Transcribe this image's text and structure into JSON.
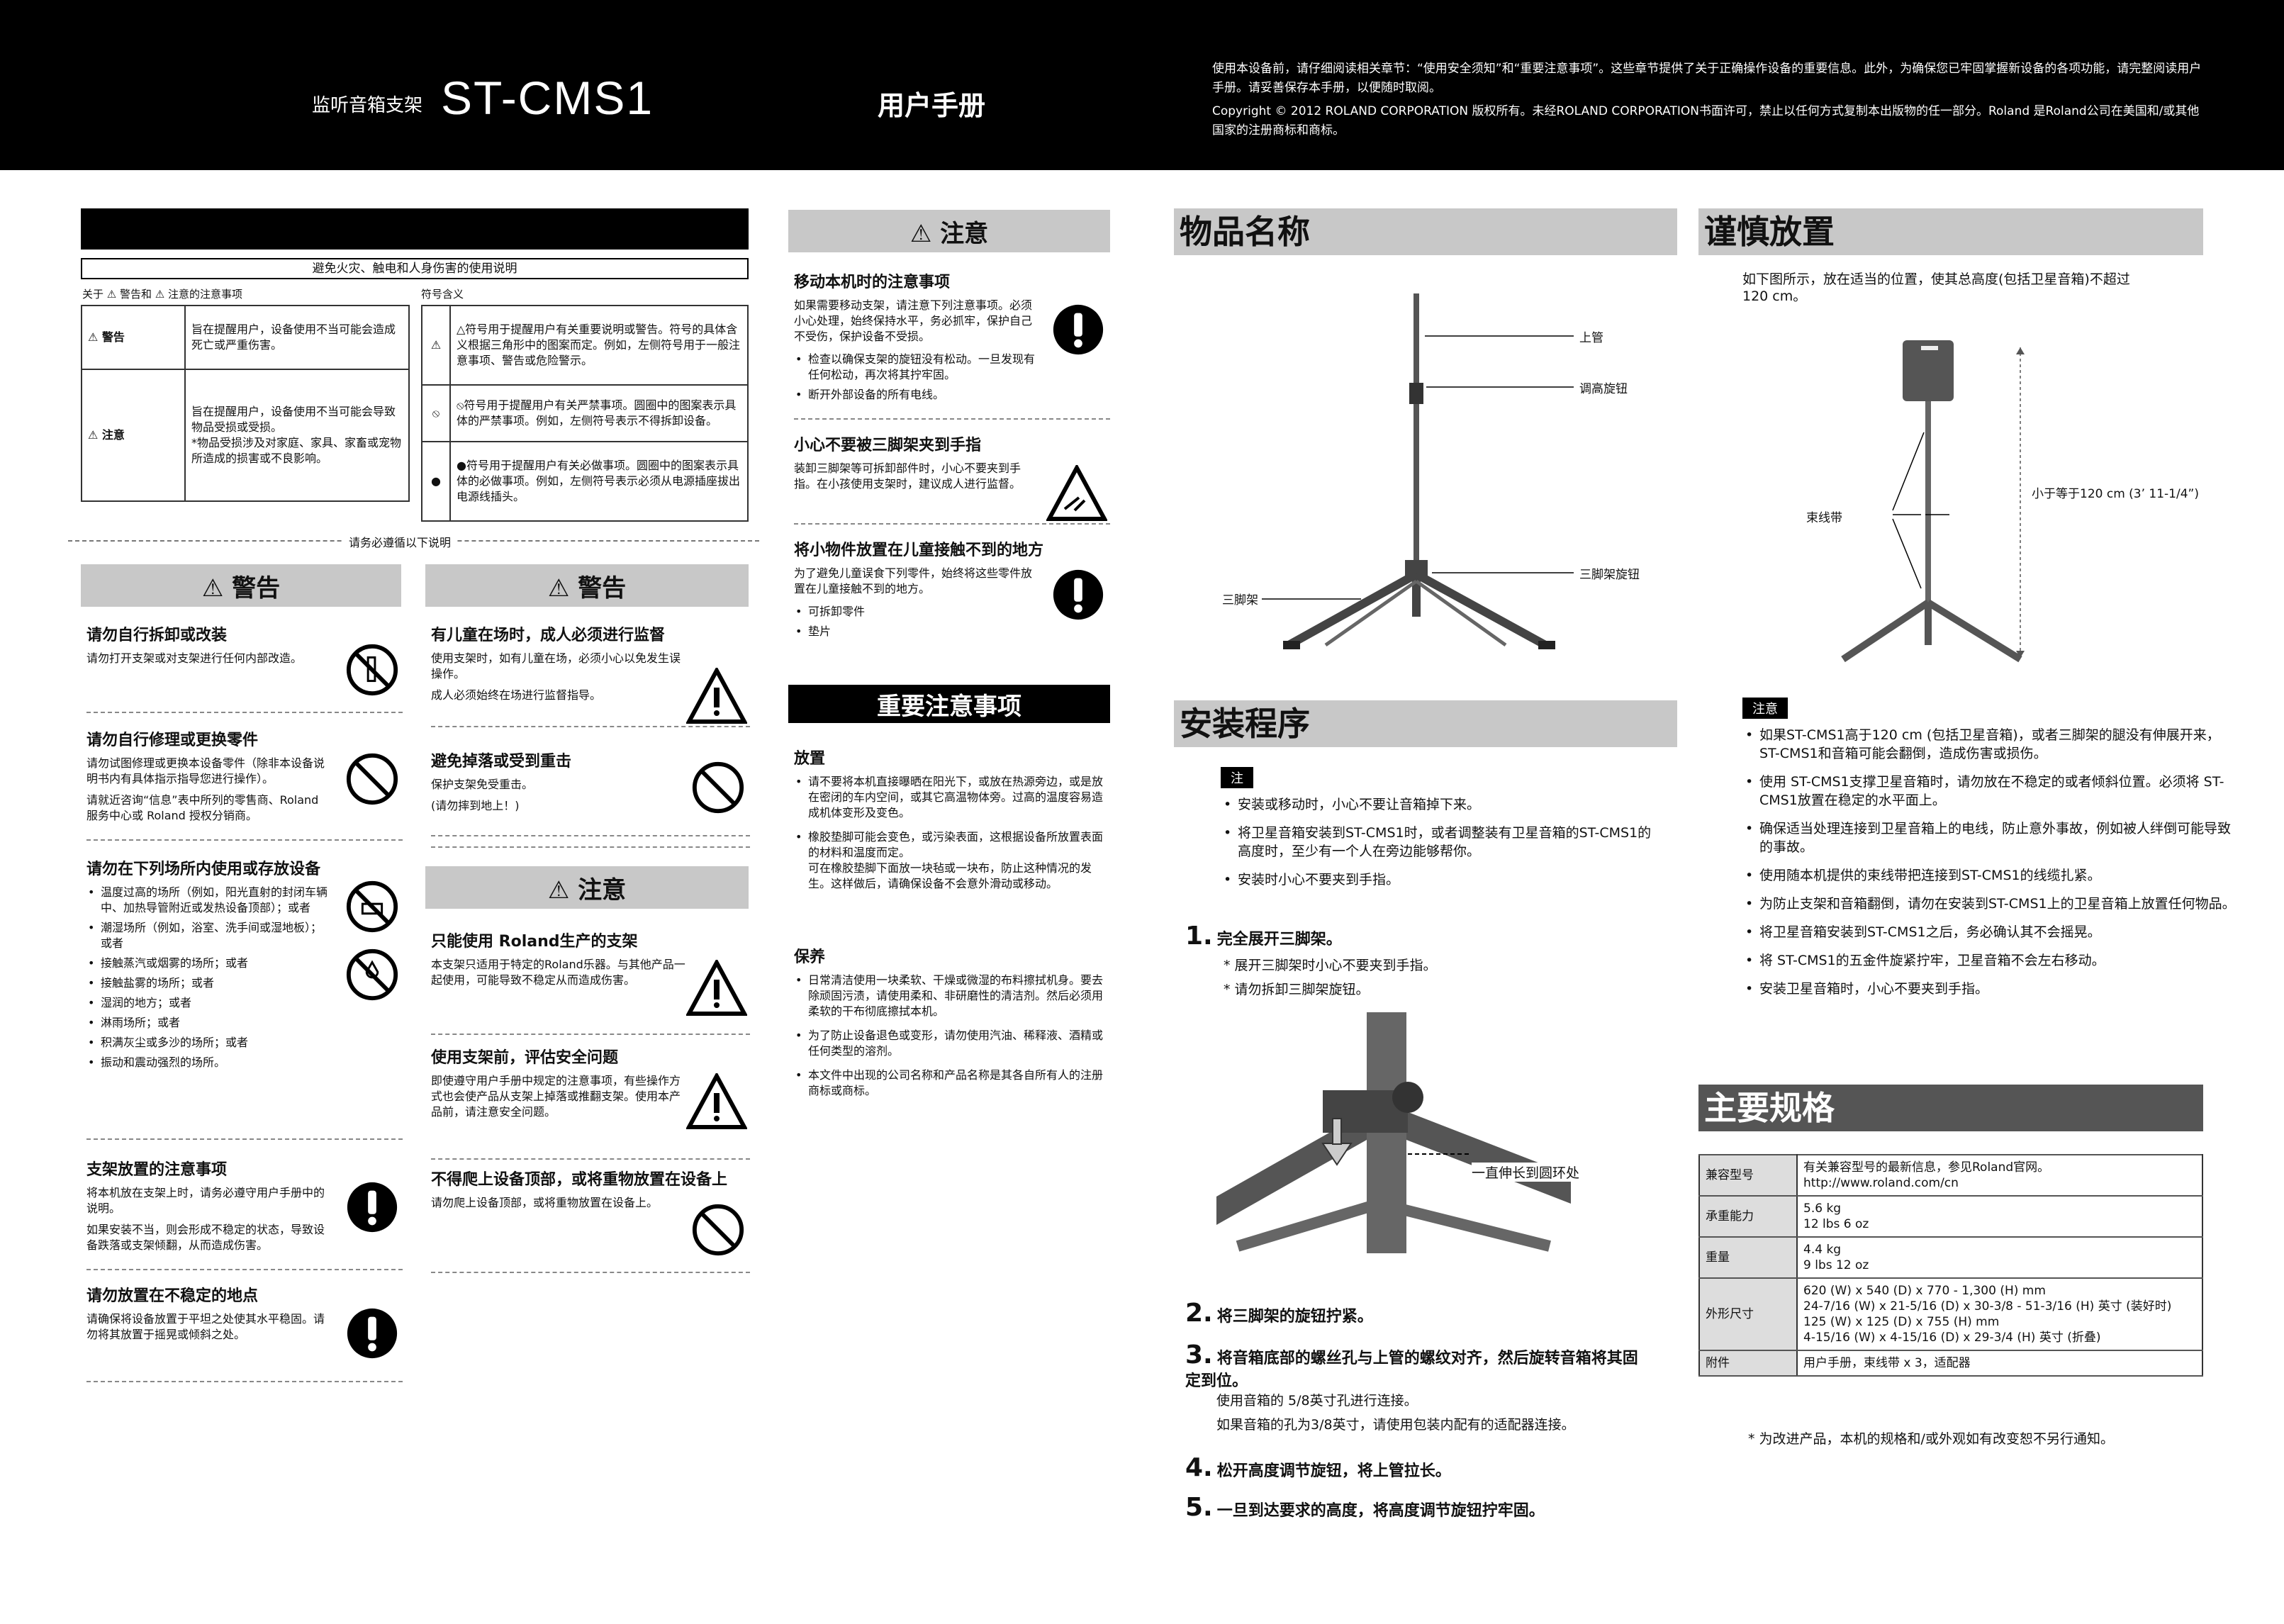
{
  "header": {
    "subtitle": "监听音箱支架",
    "model": "ST-CMS1",
    "manual": "用户手册",
    "intro": "使用本设备前，请仔细阅读相关章节：“使用安全须知”和“重要注意事项”。这些章节提供了关于正确操作设备的重要信息。此外，为确保您已牢固掌握新设备的各项功能，请完整阅读用户手册。请妥善保存本手册，以便随时取阅。",
    "copyright": "Copyright © 2012 ROLAND CORPORATION 版权所有。未经ROLAND CORPORATION书面许可，禁止以任何方式复制本出版物的任一部分。Roland 是Roland公司在美国和/或其他国家的注册商标和商标。"
  },
  "safety": {
    "subtitle": "避免火灾、触电和人身伤害的使用说明",
    "about_col": "关于 ⚠ 警告和 ⚠ 注意的注意事项",
    "symbol_col": "符号含义",
    "warning_label": "⚠ 警告",
    "warning_text": "旨在提醒用户，设备使用不当可能会造成死亡或严重伤害。",
    "caution_label": "⚠ 注意",
    "caution_text": "旨在提醒用户，设备使用不当可能会导致物品受损或受损。\n*物品受损涉及对家庭、家具、家畜或宠物所造成的损害或不良影响。",
    "sym1": "△符号用于提醒用户有关重要说明或警告。符号的具体含义根据三角形中的图案而定。例如，左侧符号用于一般注意事项、警告或危险警示。",
    "sym2": "⦸符号用于提醒用户有关严禁事项。圆圈中的图案表示具体的严禁事项。例如，左侧符号表示不得拆卸设备。",
    "sym3": "●符号用于提醒用户有关必做事项。圆圈中的图案表示具体的必做事项。例如，左侧符号表示必须从电源插座拔出电源线插头。",
    "observe": "请务必遵循以下说明"
  },
  "warn1": {
    "title": "⚠ 警告",
    "i1_h": "请勿自行拆卸或改装",
    "i1_p": "请勿打开支架或对支架进行任何内部改造。",
    "i2_h": "请勿自行修理或更换零件",
    "i2_p": "请勿试图修理或更换本设备零件（除非本设备说明书内有具体指示指导您进行操作）。",
    "i2_p2": "请就近咨询“信息”表中所列的零售商、Roland服务中心或 Roland 授权分销商。",
    "i3_h": "请勿在下列场所内使用或存放设备",
    "i3_list": [
      "温度过高的场所（例如，阳光直射的封闭车辆中、加热导管附近或发热设备顶部）；或者",
      "潮湿场所（例如，浴室、洗手间或湿地板）；或者",
      "接触蒸汽或烟雾的场所；或者",
      "接触盐雾的场所；或者",
      "湿润的地方；或者",
      "淋雨场所；或者",
      "积满灰尘或多沙的场所；或者",
      "振动和震动强烈的场所。"
    ],
    "i4_h": "支架放置的注意事项",
    "i4_p": "将本机放在支架上时，请务必遵守用户手册中的说明。",
    "i4_p2": "如果安装不当，则会形成不稳定的状态，导致设备跌落或支架倾翻，从而造成伤害。",
    "i5_h": "请勿放置在不稳定的地点",
    "i5_p": "请确保将设备放置于平坦之处使其水平稳固。请勿将其放置于摇晃或倾斜之处。"
  },
  "warn2": {
    "title": "⚠ 警告",
    "i1_h": "有儿童在场时，成人必须进行监督",
    "i1_p": "使用支架时，如有儿童在场，必须小心以免发生误操作。",
    "i1_p2": "成人必须始终在场进行监督指导。",
    "i2_h": "避免掉落或受到重击",
    "i2_p": "保护支架免受重击。",
    "i2_p2": "(请勿摔到地上！)"
  },
  "caution2": {
    "title": "⚠ 注意",
    "i1_h": "只能使用 Roland生产的支架",
    "i1_p": "本支架只适用于特定的Roland乐器。与其他产品一起使用，可能导致不稳定从而造成伤害。",
    "i2_h": "使用支架前，评估安全问题",
    "i2_p": "即使遵守用户手册中规定的注意事项，有些操作方式也会使产品从支架上掉落或推翻支架。使用本产品前，请注意安全问题。",
    "i3_h": "不得爬上设备顶部，或将重物放置在设备上",
    "i3_p": "请勿爬上设备顶部，或将重物放置在设备上。"
  },
  "caution3": {
    "title": "⚠ 注意",
    "i1_h": "移动本机时的注意事项",
    "i1_p": "如果需要移动支架，请注意下列注意事项。必须小心处理，始终保持水平，务必抓牢，保护自己不受伤，保护设备不受损。",
    "i1_list": [
      "检查以确保支架的旋钮没有松动。一旦发现有任何松动，再次将其拧牢固。",
      "断开外部设备的所有电线。"
    ],
    "i2_h": "小心不要被三脚架夹到手指",
    "i2_p": "装卸三脚架等可拆卸部件时，小心不要夹到手指。在小孩使用支架时，建议成人进行监督。",
    "i3_h": "将小物件放置在儿童接触不到的地方",
    "i3_p": "为了避免儿童误食下列零件，始终将这些零件放置在儿童接触不到的地方。",
    "i3_list": [
      "可拆卸零件",
      "垫片"
    ]
  },
  "important": {
    "title": "重要注意事项",
    "placement_h": "放置",
    "placement_list": [
      "请不要将本机直接曝晒在阳光下，或放在热源旁边，或是放在密闭的车内空间，或其它高温物体旁。过高的温度容易造成机体变形及变色。",
      "橡胶垫脚可能会变色，或污染表面，这根据设备所放置表面的材料和温度而定。\n可在橡胶垫脚下面放一块毡或一块布，防止这种情况的发生。这样做后，请确保设备不会意外滑动或移动。"
    ],
    "care_h": "保养",
    "care_list": [
      "日常清洁使用一块柔软、干燥或微湿的布料擦拭机身。要去除顽固污渍，请使用柔和、非研磨性的清洁剂。然后必须用柔软的干布彻底擦拭本机。",
      "为了防止设备退色或变形，请勿使用汽油、稀释液、酒精或任何类型的溶剂。",
      "本文件中出现的公司名称和产品名称是其各自所有人的注册商标或商标。"
    ]
  },
  "names": {
    "title": "物品名称",
    "upper": "上管",
    "knob": "调高旋钮",
    "leg_knob": "三脚架旋钮",
    "tripod": "三脚架"
  },
  "install": {
    "title": "安装程序",
    "note_badge": "注",
    "notes": [
      "安装或移动时，小心不要让音箱掉下来。",
      "将卫星音箱安装到ST-CMS1时，或者调整装有卫星音箱的ST-CMS1的高度时，至少有一个人在旁边能够帮你。",
      "安装时小心不要夹到手指。"
    ],
    "s1": "完全展开三脚架。",
    "s1_n1": "展开三脚架时小心不要夹到手指。",
    "s1_n2": "请勿拆卸三脚架旋钮。",
    "extend": "一直伸长到圆环处",
    "s2": "将三脚架的旋钮拧紧。",
    "s3": "将音箱底部的螺丝孔与上管的螺纹对齐，然后旋转音箱将其固定到位。",
    "s3_p1": "使用音箱的 5/8英寸孔进行连接。",
    "s3_p2": "如果音箱的孔为3/8英寸，请使用包装内配有的适配器连接。",
    "s4": "松开高度调节旋钮，将上管拉长。",
    "s5": "一旦到达要求的高度，将高度调节旋钮拧牢固。"
  },
  "careful": {
    "title": "谨慎放置",
    "intro": "如下图所示，放在适当的位置，使其总高度(包括卫星音箱)不超过120 cm。",
    "height": "小于等于120 cm (3’ 11-1/4”)",
    "strap": "束线带",
    "note_badge": "注意",
    "list": [
      "如果ST-CMS1高于120 cm (包括卫星音箱)，或者三脚架的腿没有伸展开来，ST-CMS1和音箱可能会翻倒，造成伤害或损伤。",
      "使用 ST-CMS1支撑卫星音箱时，请勿放在不稳定的或者倾斜位置。必须将 ST-CMS1放置在稳定的水平面上。",
      "确保适当处理连接到卫星音箱上的电线，防止意外事故，例如被人绊倒可能导致的事故。",
      "使用随本机提供的束线带把连接到ST-CMS1的线缆扎紧。",
      "为防止支架和音箱翻倒，请勿在安装到ST-CMS1上的卫星音箱上放置任何物品。",
      "将卫星音箱安装到ST-CMS1之后，务必确认其不会摇晃。",
      "将 ST-CMS1的五金件旋紧拧牢，卫星音箱不会左右移动。",
      "安装卫星音箱时，小心不要夹到手指。"
    ]
  },
  "specs": {
    "title": "主要规格",
    "rows": [
      {
        "k": "兼容型号",
        "v": "有关兼容型号的最新信息，参见Roland官网。\nhttp://www.roland.com/cn"
      },
      {
        "k": "承重能力",
        "v": "5.6 kg\n12 lbs 6 oz"
      },
      {
        "k": "重量",
        "v": "4.4 kg\n9 lbs 12 oz"
      },
      {
        "k": "外形尺寸",
        "v": "620 (W) x 540 (D) x 770 - 1,300 (H) mm\n24-7/16 (W) x 21-5/16 (D) x 30-3/8 - 51-3/16 (H) 英寸 (装好时)\n125 (W) x 125 (D) x 755 (H) mm\n4-15/16 (W) x 4-15/16 (D) x 29-3/4 (H) 英寸 (折叠)"
      },
      {
        "k": "附件",
        "v": "用户手册，束线带 x 3，适配器"
      }
    ],
    "note": "* 为改进产品，本机的规格和/或外观如有改变恕不另行通知。"
  }
}
